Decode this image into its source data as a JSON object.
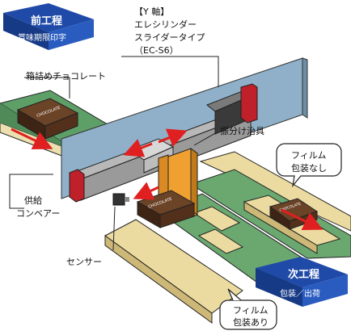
{
  "process_badges": {
    "prev": {
      "title": "前工程",
      "subtitle": "賞味期限印字"
    },
    "next": {
      "title": "次工程",
      "subtitle": "包装／出荷"
    }
  },
  "actuator_label": {
    "line1": "【Y 軸】",
    "line2": "エレシリンダー",
    "line3": "スライダータイプ",
    "line4": "（EC-S6）"
  },
  "labels": {
    "chocolate_box": "箱詰めチョコレート",
    "sorting_jig": "振分け治具",
    "supply_line1": "供給",
    "supply_line2": "コンベアー",
    "sensor": "センサー"
  },
  "bubbles": {
    "no_film": {
      "line1": "フィルム",
      "line2": "包装なし"
    },
    "with_film": {
      "line1": "フィルム",
      "line2": "包装あり"
    }
  },
  "box_text": "CHOCOLATE",
  "colors": {
    "badge_blue": "#1f4aa8",
    "panel_blue": "#8fb0c8",
    "conveyor_green": "#6aa870",
    "rail_yellow": "#ecdba0",
    "jig_orange": "#f0a030",
    "end_cap_red": "#c0202a",
    "arrow_red": "#e02020"
  }
}
